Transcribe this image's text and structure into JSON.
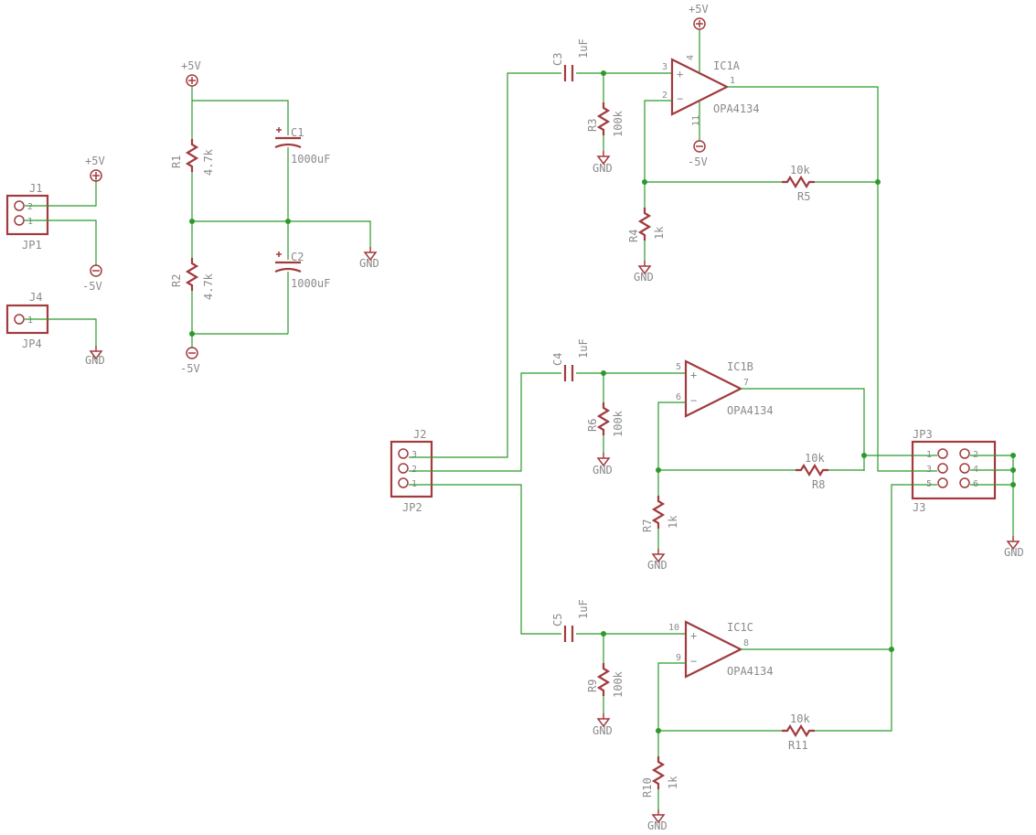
{
  "power": {
    "vpos": "+5V",
    "vneg": "-5V",
    "gnd": "GND"
  },
  "connectors": {
    "j1": {
      "name": "J1",
      "sub": "JP1",
      "pins": [
        "2",
        "1"
      ]
    },
    "j4": {
      "name": "J4",
      "sub": "JP4",
      "pins": [
        "1"
      ]
    },
    "j2": {
      "name": "J2",
      "sub": "JP2",
      "pins": [
        "3",
        "2",
        "1"
      ]
    },
    "jp3": {
      "name": "JP3",
      "sub": "J3",
      "pins": [
        "1",
        "2",
        "3",
        "4",
        "5",
        "6"
      ]
    }
  },
  "parts": {
    "r1": {
      "name": "R1",
      "value": "4.7k"
    },
    "r2": {
      "name": "R2",
      "value": "4.7k"
    },
    "c1": {
      "name": "C1",
      "value": "1000uF"
    },
    "c2": {
      "name": "C2",
      "value": "1000uF"
    },
    "c3": {
      "name": "C3",
      "value": "1uF"
    },
    "c4": {
      "name": "C4",
      "value": "1uF"
    },
    "c5": {
      "name": "C5",
      "value": "1uF"
    },
    "r3": {
      "name": "R3",
      "value": "100k"
    },
    "r6": {
      "name": "R6",
      "value": "100k"
    },
    "r9": {
      "name": "R9",
      "value": "100k"
    },
    "r4": {
      "name": "R4",
      "value": "1k"
    },
    "r7": {
      "name": "R7",
      "value": "1k"
    },
    "r10": {
      "name": "R10",
      "value": "1k"
    },
    "r5": {
      "name": "R5",
      "value": "10k"
    },
    "r8": {
      "name": "R8",
      "value": "10k"
    },
    "r11": {
      "name": "R11",
      "value": "10k"
    }
  },
  "opamps": {
    "ic1a": {
      "name": "IC1A",
      "part": "OPA4134",
      "pin_plus": "3",
      "pin_minus": "2",
      "pin_out": "1",
      "pin_vcc": "4",
      "pin_vee": "11"
    },
    "ic1b": {
      "name": "IC1B",
      "part": "OPA4134",
      "pin_plus": "5",
      "pin_minus": "6",
      "pin_out": "7"
    },
    "ic1c": {
      "name": "IC1C",
      "part": "OPA4134",
      "pin_plus": "10",
      "pin_minus": "9",
      "pin_out": "8"
    }
  },
  "signs": {
    "plus": "+",
    "minus": "−"
  }
}
